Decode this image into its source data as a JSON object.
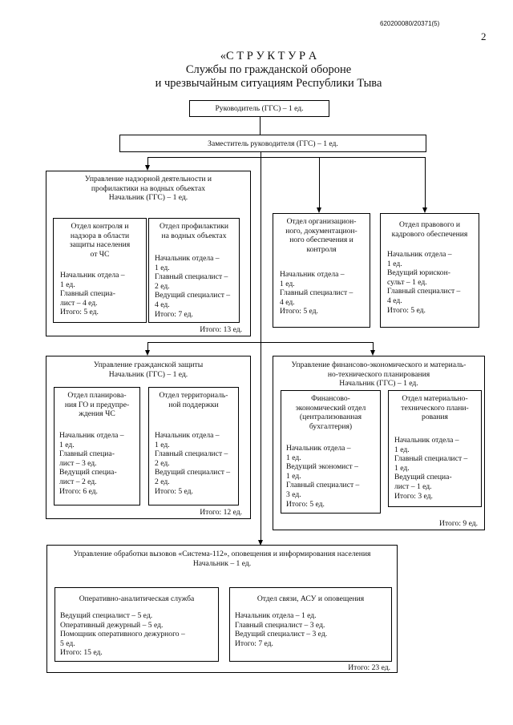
{
  "header": {
    "doc_code": "620200080/20371(5)",
    "page_number": "2"
  },
  "title": {
    "line1": "«С Т Р У К Т У Р А",
    "line2": "Службы по гражданской обороне",
    "line3": "и чрезвычайным ситуациям Республики Тыва"
  },
  "top": {
    "head": "Руководитель (ГГС) – 1 ед.",
    "deputy": "Заместитель руководителя (ГГС) – 1 ед."
  },
  "row1": {
    "dept_a": {
      "title": "Управление надзорной деятельности  и\nпрофилактики на водных объектах\nНачальник (ГГС) – 1 ед.",
      "unit1": {
        "title": "Отдел контроля и\nнадзора в области\nзащиты населения\nот ЧС",
        "staff": "Начальник отдела –\n1 ед.\nГлавный специа-\nлист – 4 ед.\nИтого: 5 ед."
      },
      "unit2": {
        "title": "Отдел профилактики\nна водных объектах",
        "staff": "Начальник отдела –\n1 ед.\nГлавный специалист –\n2 ед.\nВедущий специалист –\n4 ед.\nИтого: 7 ед."
      },
      "total": "Итого: 13 ед."
    },
    "dept_b": {
      "title": "Отдел организацион-\nного, документацион-\nного обеспечения и\nконтроля",
      "staff": "Начальник отдела –\n1 ед.\nГлавный специалист –\n4 ед.\nИтого: 5 ед."
    },
    "dept_c": {
      "title": "Отдел правового и\nкадрового обеспечения",
      "staff": "Начальник отдела –\n1 ед.\nВедущий юрискон-\nсульт – 1 ед.\nГлавный специалист –\n4 ед.\nИтого: 5 ед."
    }
  },
  "row2": {
    "dept_d": {
      "title": "Управление гражданской защиты\nНачальник (ГГС) – 1 ед.",
      "unit1": {
        "title": "Отдел планирова-\nния ГО и предупре-\nждения ЧС",
        "staff": "Начальник отдела –\n1 ед.\nГлавный специа-\nлист – 3 ед.\nВедущий специа-\nлист – 2 ед.\nИтого: 6 ед."
      },
      "unit2": {
        "title": "Отдел территориаль-\nной поддержки",
        "staff": "Начальник отдела –\n1 ед.\nГлавный специалист –\n2 ед.\nВедущий специалист –\n2 ед.\nИтого: 5 ед."
      },
      "total": "Итого: 12 ед."
    },
    "dept_e": {
      "title": "Управление финансово-экономического  и материаль-\nно-технического планирования\nНачальник (ГГС) – 1 ед.",
      "unit1": {
        "title": "Финансово-\nэкономический отдел\n(централизованная\nбухгалтерия)",
        "staff": "Начальник отдела –\n1 ед.\nВедущий экономист –\n1 ед.\nГлавный специалист –\n3 ед.\nИтого: 5 ед."
      },
      "unit2": {
        "title": "Отдел материально-\nтехнического плани-\nрования",
        "staff": "Начальник отдела –\n1 ед.\nГлавный специалист –\n1 ед.\nВедущий специа-\nлист – 1 ед.\nИтого: 3 ед."
      },
      "total": "Итого: 9 ед."
    }
  },
  "row3": {
    "dept_f": {
      "title": "Управление обработки вызовов «Система-112», оповещения и информирования населения\nНачальник – 1 ед.",
      "unit1": {
        "title": "Оперативно-аналитическая служба",
        "staff": "Ведущий специалист – 5 ед.\nОперативный дежурный – 5 ед.\nПомощник оперативного дежурного –\n5 ед.\nИтого: 15 ед."
      },
      "unit2": {
        "title": "Отдел связи, АСУ и оповещения",
        "staff": "Начальник отдела –  1 ед.\nГлавный специалист – 3 ед.\nВедущий специалист – 3 ед.\nИтого: 7 ед."
      },
      "total": "Итого: 23 ед."
    }
  }
}
